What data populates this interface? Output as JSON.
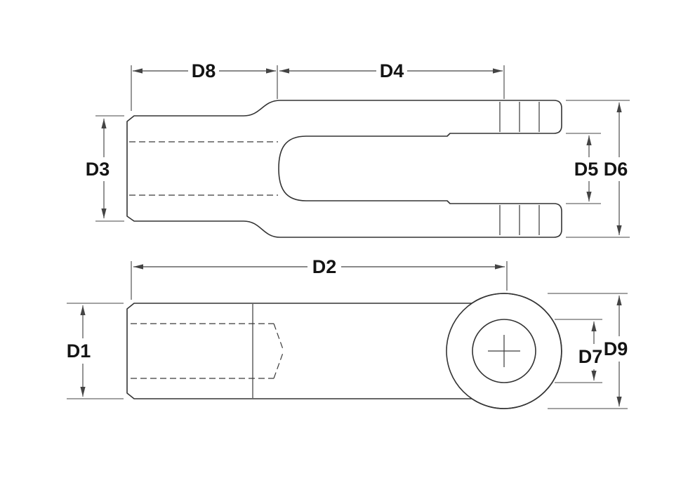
{
  "labels": {
    "D1": "D1",
    "D2": "D2",
    "D3": "D3",
    "D4": "D4",
    "D5": "D5",
    "D6": "D6",
    "D7": "D7",
    "D8": "D8",
    "D9": "D9"
  },
  "views": {
    "fork_view": {
      "dimension_labels": [
        "D8",
        "D4",
        "D3",
        "D5",
        "D6"
      ]
    },
    "profile_view": {
      "dimension_labels": [
        "D2",
        "D1",
        "D7",
        "D9"
      ]
    }
  },
  "colors": {
    "background": "#ffffff",
    "outline": "#333333",
    "dimension_line": "#444444",
    "text": "#141414"
  }
}
